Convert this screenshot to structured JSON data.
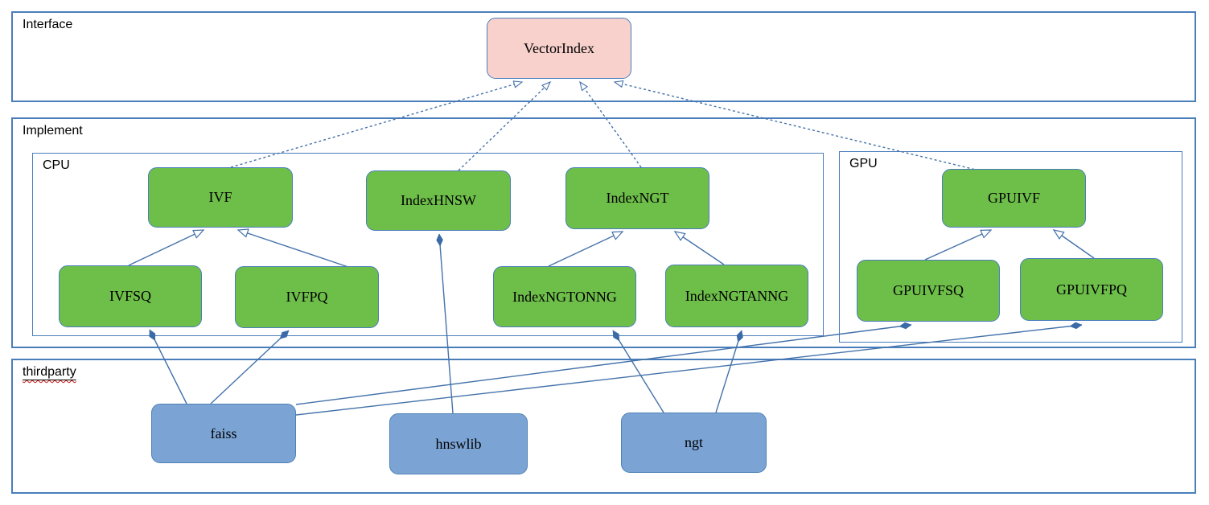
{
  "groups": {
    "interface": {
      "label": "Interface"
    },
    "implement": {
      "label": "Implement"
    },
    "cpu": {
      "label": "CPU"
    },
    "gpu": {
      "label": "GPU"
    },
    "thirdparty": {
      "label": "thirdparty"
    }
  },
  "nodes": {
    "vectorindex": {
      "label": "VectorIndex",
      "group": "interface",
      "kind": "interface"
    },
    "ivf": {
      "label": "IVF",
      "group": "cpu",
      "kind": "implementation"
    },
    "indexhnsw": {
      "label": "IndexHNSW",
      "group": "cpu",
      "kind": "implementation"
    },
    "indexngt": {
      "label": "IndexNGT",
      "group": "cpu",
      "kind": "implementation"
    },
    "ivfsq": {
      "label": "IVFSQ",
      "group": "cpu",
      "kind": "implementation"
    },
    "ivfpq": {
      "label": "IVFPQ",
      "group": "cpu",
      "kind": "implementation"
    },
    "indexngtonng": {
      "label": "IndexNGTONNG",
      "group": "cpu",
      "kind": "implementation"
    },
    "indexngtanng": {
      "label": "IndexNGTANNG",
      "group": "cpu",
      "kind": "implementation"
    },
    "gpuivf": {
      "label": "GPUIVF",
      "group": "gpu",
      "kind": "implementation"
    },
    "gpuivfsq": {
      "label": "GPUIVFSQ",
      "group": "gpu",
      "kind": "implementation"
    },
    "gpuivfpq": {
      "label": "GPUIVFPQ",
      "group": "gpu",
      "kind": "implementation"
    },
    "faiss": {
      "label": "faiss",
      "group": "thirdparty",
      "kind": "library"
    },
    "hnswlib": {
      "label": "hnswlib",
      "group": "thirdparty",
      "kind": "library"
    },
    "ngt": {
      "label": "ngt",
      "group": "thirdparty",
      "kind": "library"
    }
  },
  "edges": [
    {
      "from": "IVF",
      "to": "VectorIndex",
      "type": "realization"
    },
    {
      "from": "IndexHNSW",
      "to": "VectorIndex",
      "type": "realization"
    },
    {
      "from": "IndexNGT",
      "to": "VectorIndex",
      "type": "realization"
    },
    {
      "from": "GPUIVF",
      "to": "VectorIndex",
      "type": "realization"
    },
    {
      "from": "IVFSQ",
      "to": "IVF",
      "type": "generalization"
    },
    {
      "from": "IVFPQ",
      "to": "IVF",
      "type": "generalization"
    },
    {
      "from": "IndexNGTONNG",
      "to": "IndexNGT",
      "type": "generalization"
    },
    {
      "from": "IndexNGTANNG",
      "to": "IndexNGT",
      "type": "generalization"
    },
    {
      "from": "GPUIVFSQ",
      "to": "GPUIVF",
      "type": "generalization"
    },
    {
      "from": "GPUIVFPQ",
      "to": "GPUIVF",
      "type": "generalization"
    },
    {
      "from": "faiss",
      "to": "IVFSQ",
      "type": "composition",
      "diamond_at": "IVFSQ"
    },
    {
      "from": "faiss",
      "to": "IVFPQ",
      "type": "composition",
      "diamond_at": "IVFPQ"
    },
    {
      "from": "faiss",
      "to": "GPUIVFSQ",
      "type": "composition",
      "diamond_at": "GPUIVFSQ"
    },
    {
      "from": "faiss",
      "to": "GPUIVFPQ",
      "type": "composition",
      "diamond_at": "GPUIVFPQ"
    },
    {
      "from": "hnswlib",
      "to": "IndexHNSW",
      "type": "composition",
      "diamond_at": "IndexHNSW"
    },
    {
      "from": "ngt",
      "to": "IndexNGTONNG",
      "type": "composition",
      "diamond_at": "IndexNGTONNG"
    },
    {
      "from": "ngt",
      "to": "IndexNGTANNG",
      "type": "composition",
      "diamond_at": "IndexNGTANNG"
    }
  ],
  "colors": {
    "container_border": "#4a7ebb",
    "connector": "#4472aa",
    "node_green_fill": "#6ebe4a",
    "node_pink_fill": "#f8d1cc",
    "node_blue_fill": "#7ba4d5",
    "node_border": "#4a7ebb",
    "text": "#000000",
    "spellcheck_underline": "#cc1111"
  }
}
